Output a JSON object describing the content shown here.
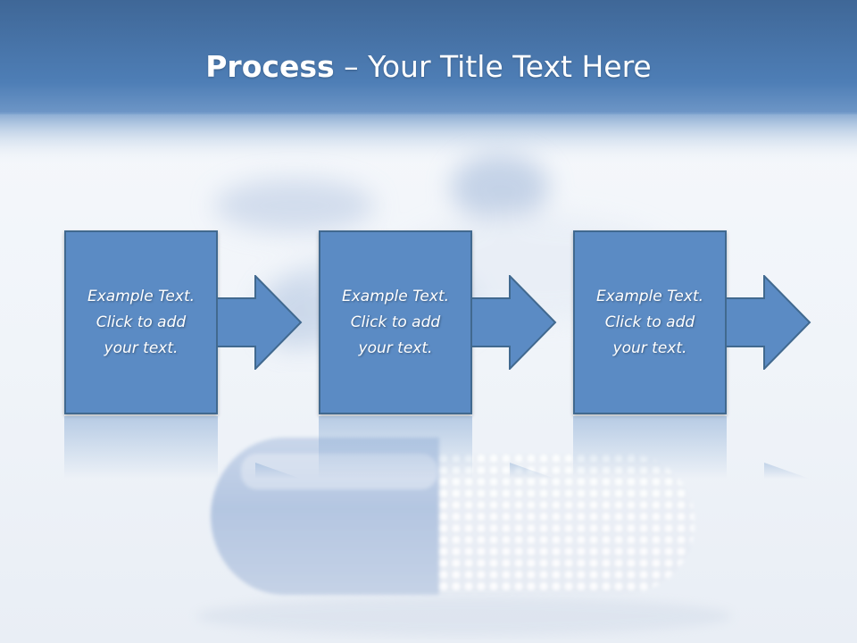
{
  "slide": {
    "title_bold": "Process",
    "title_rest": " – Your Title Text Here"
  },
  "steps": [
    {
      "line1": "Example Text.",
      "line2": "Click  to add",
      "line3": "your text."
    },
    {
      "line1": "Example Text.",
      "line2": "Click  to add",
      "line3": "your text."
    },
    {
      "line1": "Example Text.",
      "line2": "Click  to add",
      "line3": "your text."
    }
  ],
  "colors": {
    "header": "#4a78ad",
    "box_fill": "#5b8bc4",
    "box_border": "#41698f",
    "arrow_fill": "#5b8bc4",
    "arrow_border": "#41698f"
  },
  "icons": [
    "right-arrow-icon",
    "capsule-pill-image"
  ]
}
